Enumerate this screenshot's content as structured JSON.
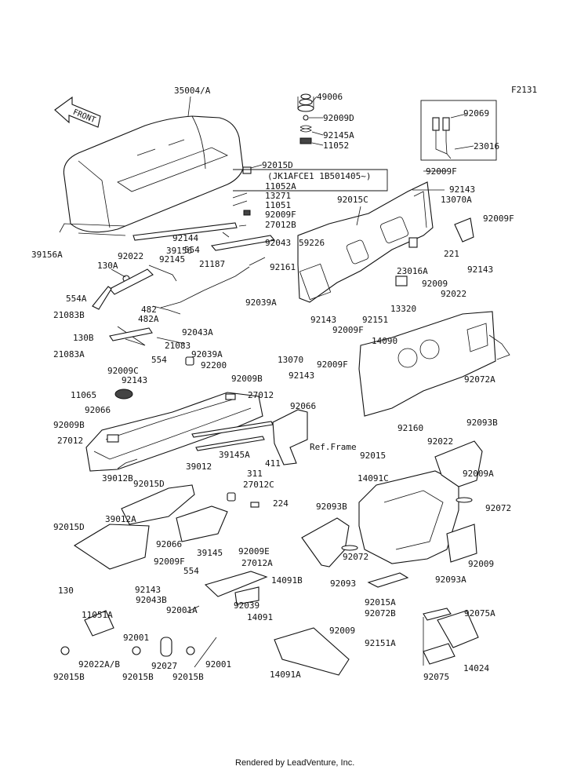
{
  "figure_code": "F2131",
  "front_arrow_text": "FRONT",
  "footer": "Rendered by LeadVenture, Inc.",
  "serial_note": "(JK1AFCE1 1B501405~)",
  "ref_frame": "Ref.Frame",
  "labels": {
    "l35004A": "35004/A",
    "l49006": "49006",
    "l92009D": "92009D",
    "l92145A": "92145A",
    "l11052": "11052",
    "l92069": "92069",
    "l23016": "23016",
    "l92015D_top": "92015D",
    "l11052A": "11052A",
    "l13271": "13271",
    "l11051": "11051",
    "l92009F_a": "92009F",
    "l27012B": "27012B",
    "l92009F_b": "92009F",
    "l92143_a": "92143",
    "l92015C": "92015C",
    "l13070A": "13070A",
    "l92009F_c": "92009F",
    "l39156A": "39156A",
    "l92022_a": "92022",
    "l39156": "39156",
    "l92145": "92145",
    "l92144": "92144",
    "l92043": "92043",
    "l59226": "59226",
    "l130A": "130A",
    "l554_a": "554",
    "l21187": "21187",
    "l92161": "92161",
    "l23016A": "23016A",
    "l221": "221",
    "l92143_b": "92143",
    "l554A": "554A",
    "l482": "482",
    "l482A": "482A",
    "l92039A": "92039A",
    "l92009_a": "92009",
    "l92022_b": "92022",
    "l21083B": "21083B",
    "l92043A": "92043A",
    "l92143_c": "92143",
    "l92151_a": "92151",
    "l13320": "13320",
    "l21083": "21083",
    "l92009F_d": "92009F",
    "l130B": "130B",
    "l21083A": "21083A",
    "l554_b": "554",
    "l13070": "13070",
    "l92009F_e": "92009F",
    "l14090": "14090",
    "l92039A_b": "92039A",
    "l92200": "92200",
    "l92143_d": "92143",
    "l92009C": "92009C",
    "l92143_e": "92143",
    "l92009B_a": "92009B",
    "l92072A": "92072A",
    "l11065": "11065",
    "l27012_a": "27012",
    "l92066_a": "92066",
    "l92066_b": "92066",
    "l92009B_b": "92009B",
    "l92160": "92160",
    "l92093B_a": "92093B",
    "l27012_b": "27012",
    "l39145A": "39145A",
    "l411": "411",
    "l92022_c": "92022",
    "l92015_a": "92015",
    "l39012B": "39012B",
    "l39012": "39012",
    "l14091C": "14091C",
    "l92009A": "92009A",
    "l92015D_b": "92015D",
    "l311": "311",
    "l27012C": "27012C",
    "l92072_a": "92072",
    "l224": "224",
    "l92015D_c": "92015D",
    "l39012A": "39012A",
    "l92093B_b": "92093B",
    "l92066_c": "92066",
    "l39145": "39145",
    "l92009E": "92009E",
    "l92009_b": "92009",
    "l27012A": "27012A",
    "l92009F_f": "92009F",
    "l92143_f": "92143",
    "l554_c": "554",
    "l92072_b": "92072",
    "l92093A": "92093A",
    "l14091B": "14091B",
    "l92093": "92093",
    "l92043B": "92043B",
    "l130": "130",
    "l11051A": "11051A",
    "l92001A": "92001A",
    "l92039": "92039",
    "l92015A": "92015A",
    "l14091": "14091",
    "l92072B": "92072B",
    "l92075A": "92075A",
    "l92001_a": "92001",
    "l92009_c": "92009",
    "l92151A": "92151A",
    "l92022AB": "92022A/B",
    "l92027": "92027",
    "l92001_b": "92001",
    "l14091A": "14091A",
    "l14024": "14024",
    "l92015B_a": "92015B",
    "l92015B_b": "92015B",
    "l92015B_c": "92015B",
    "l92075": "92075"
  }
}
